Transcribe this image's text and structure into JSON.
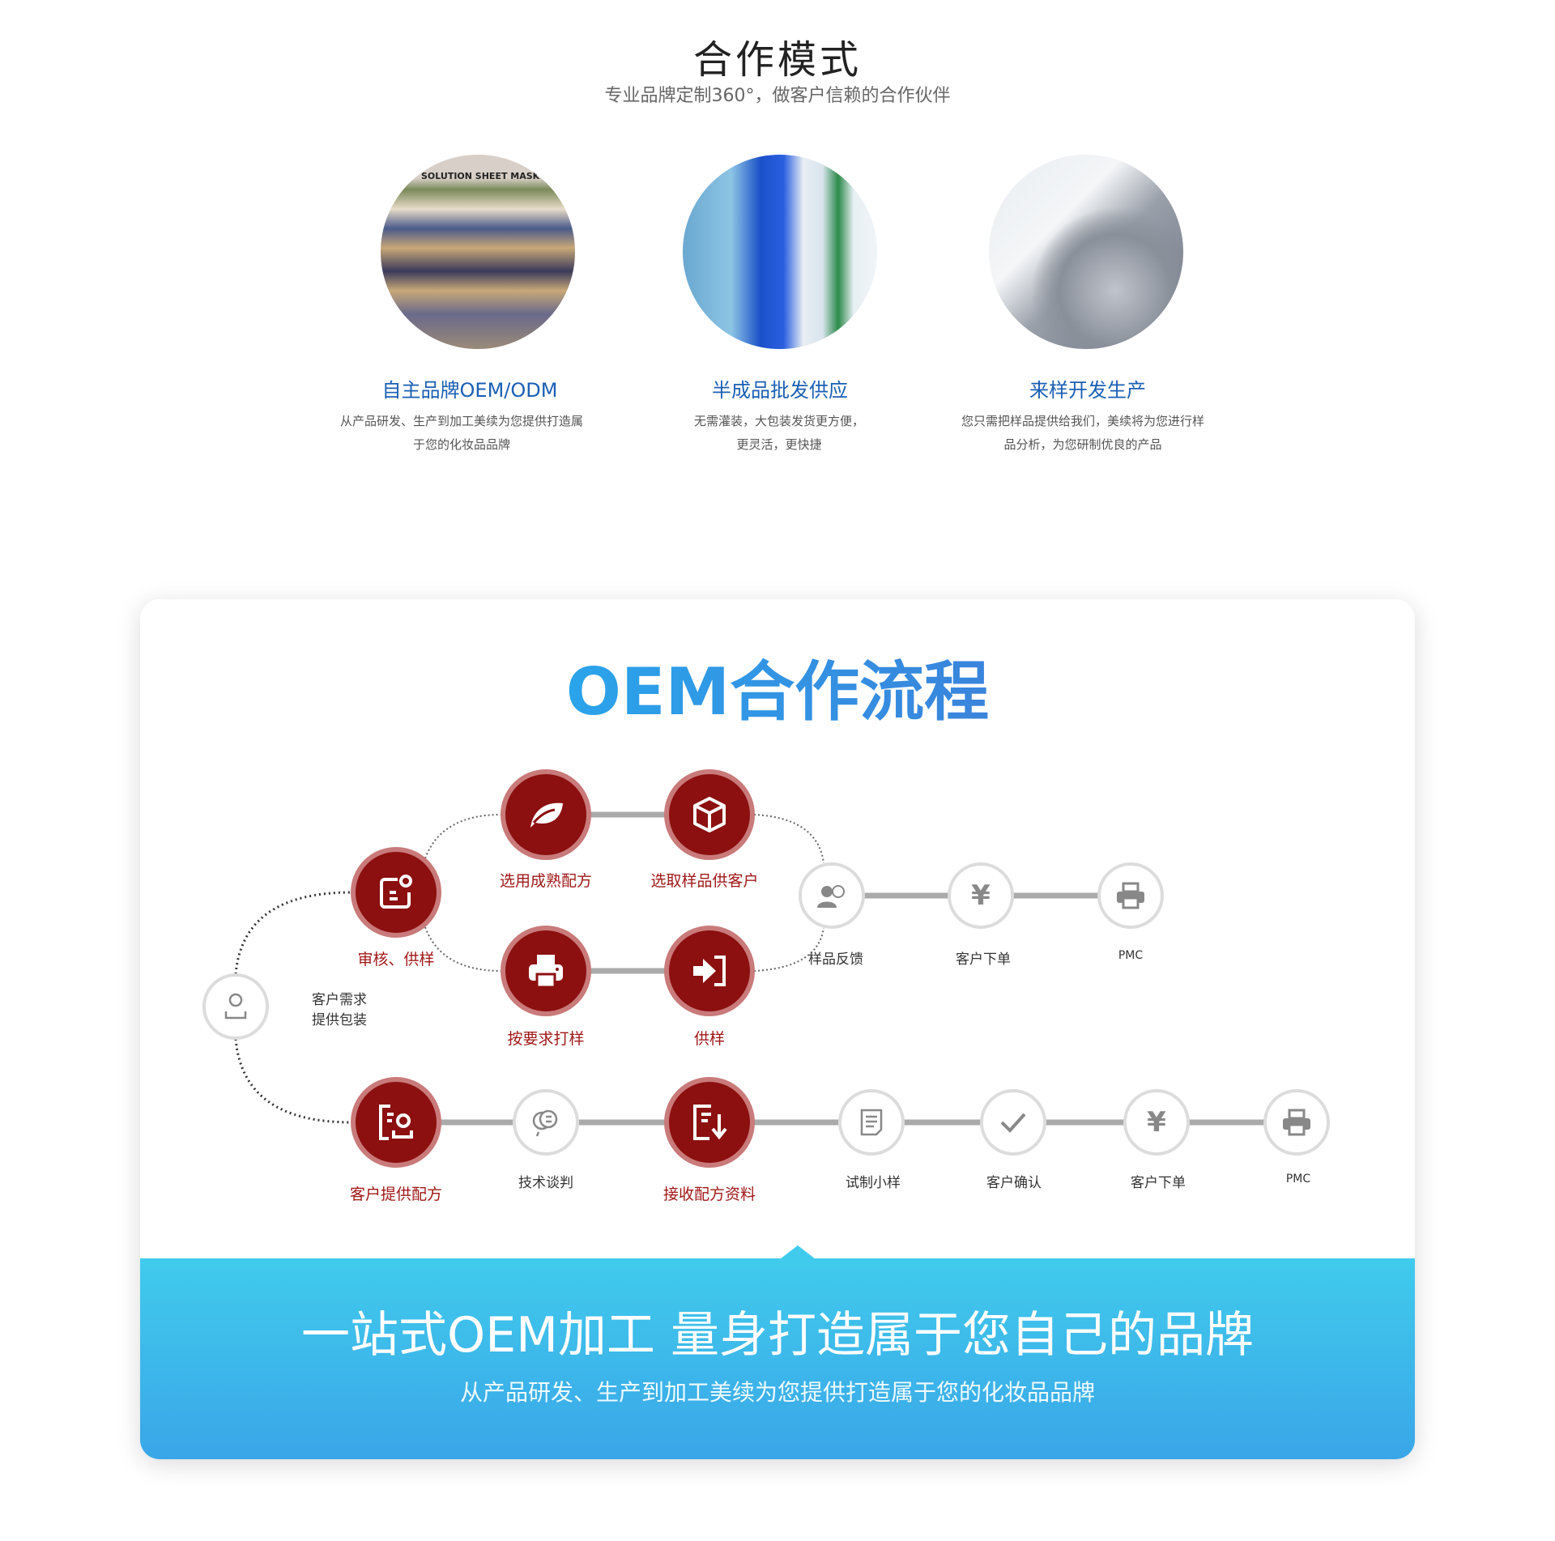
{
  "header": {
    "title": "合作模式",
    "subtitle": "专业品牌定制360°，做客户信赖的合作伙伴"
  },
  "services": [
    {
      "title": "自主品牌OEM/ODM",
      "desc": [
        "从产品研发、生产到加工美续为您提供打造属",
        "于您的化妆品品牌"
      ],
      "photo_text": "SOLUTION SHEET MASK"
    },
    {
      "title": "半成品批发供应",
      "desc": [
        "无需灌装，大包装发货更方便，",
        "更灵活，更快捷"
      ]
    },
    {
      "title": "来样开发生产",
      "desc": [
        "您只需把样品提供给我们，美续将为您进行样",
        "品分析，为您研制优良的产品"
      ]
    }
  ],
  "flow": {
    "title": "OEM合作流程",
    "start": [
      "客户需求",
      "提供包装"
    ],
    "upper": [
      "审核、供样",
      "选用成熟配方",
      "选取样品供客户",
      "按要求打样",
      "供样",
      "样品反馈",
      "客户下单",
      "PMC"
    ],
    "lower": [
      "客户提供配方",
      "技术谈判",
      "接收配方资料",
      "试制小样",
      "客户确认",
      "客户下单",
      "PMC"
    ]
  },
  "banner": {
    "heading": "一站式OEM加工 量身打造属于您自己的品牌",
    "sub": "从产品研发、生产到加工美续为您提供打造属于您的化妆品品牌"
  },
  "colors": {
    "accent": "#1a5fb4",
    "node_red": "#8c1010",
    "band": "#40cbec"
  }
}
